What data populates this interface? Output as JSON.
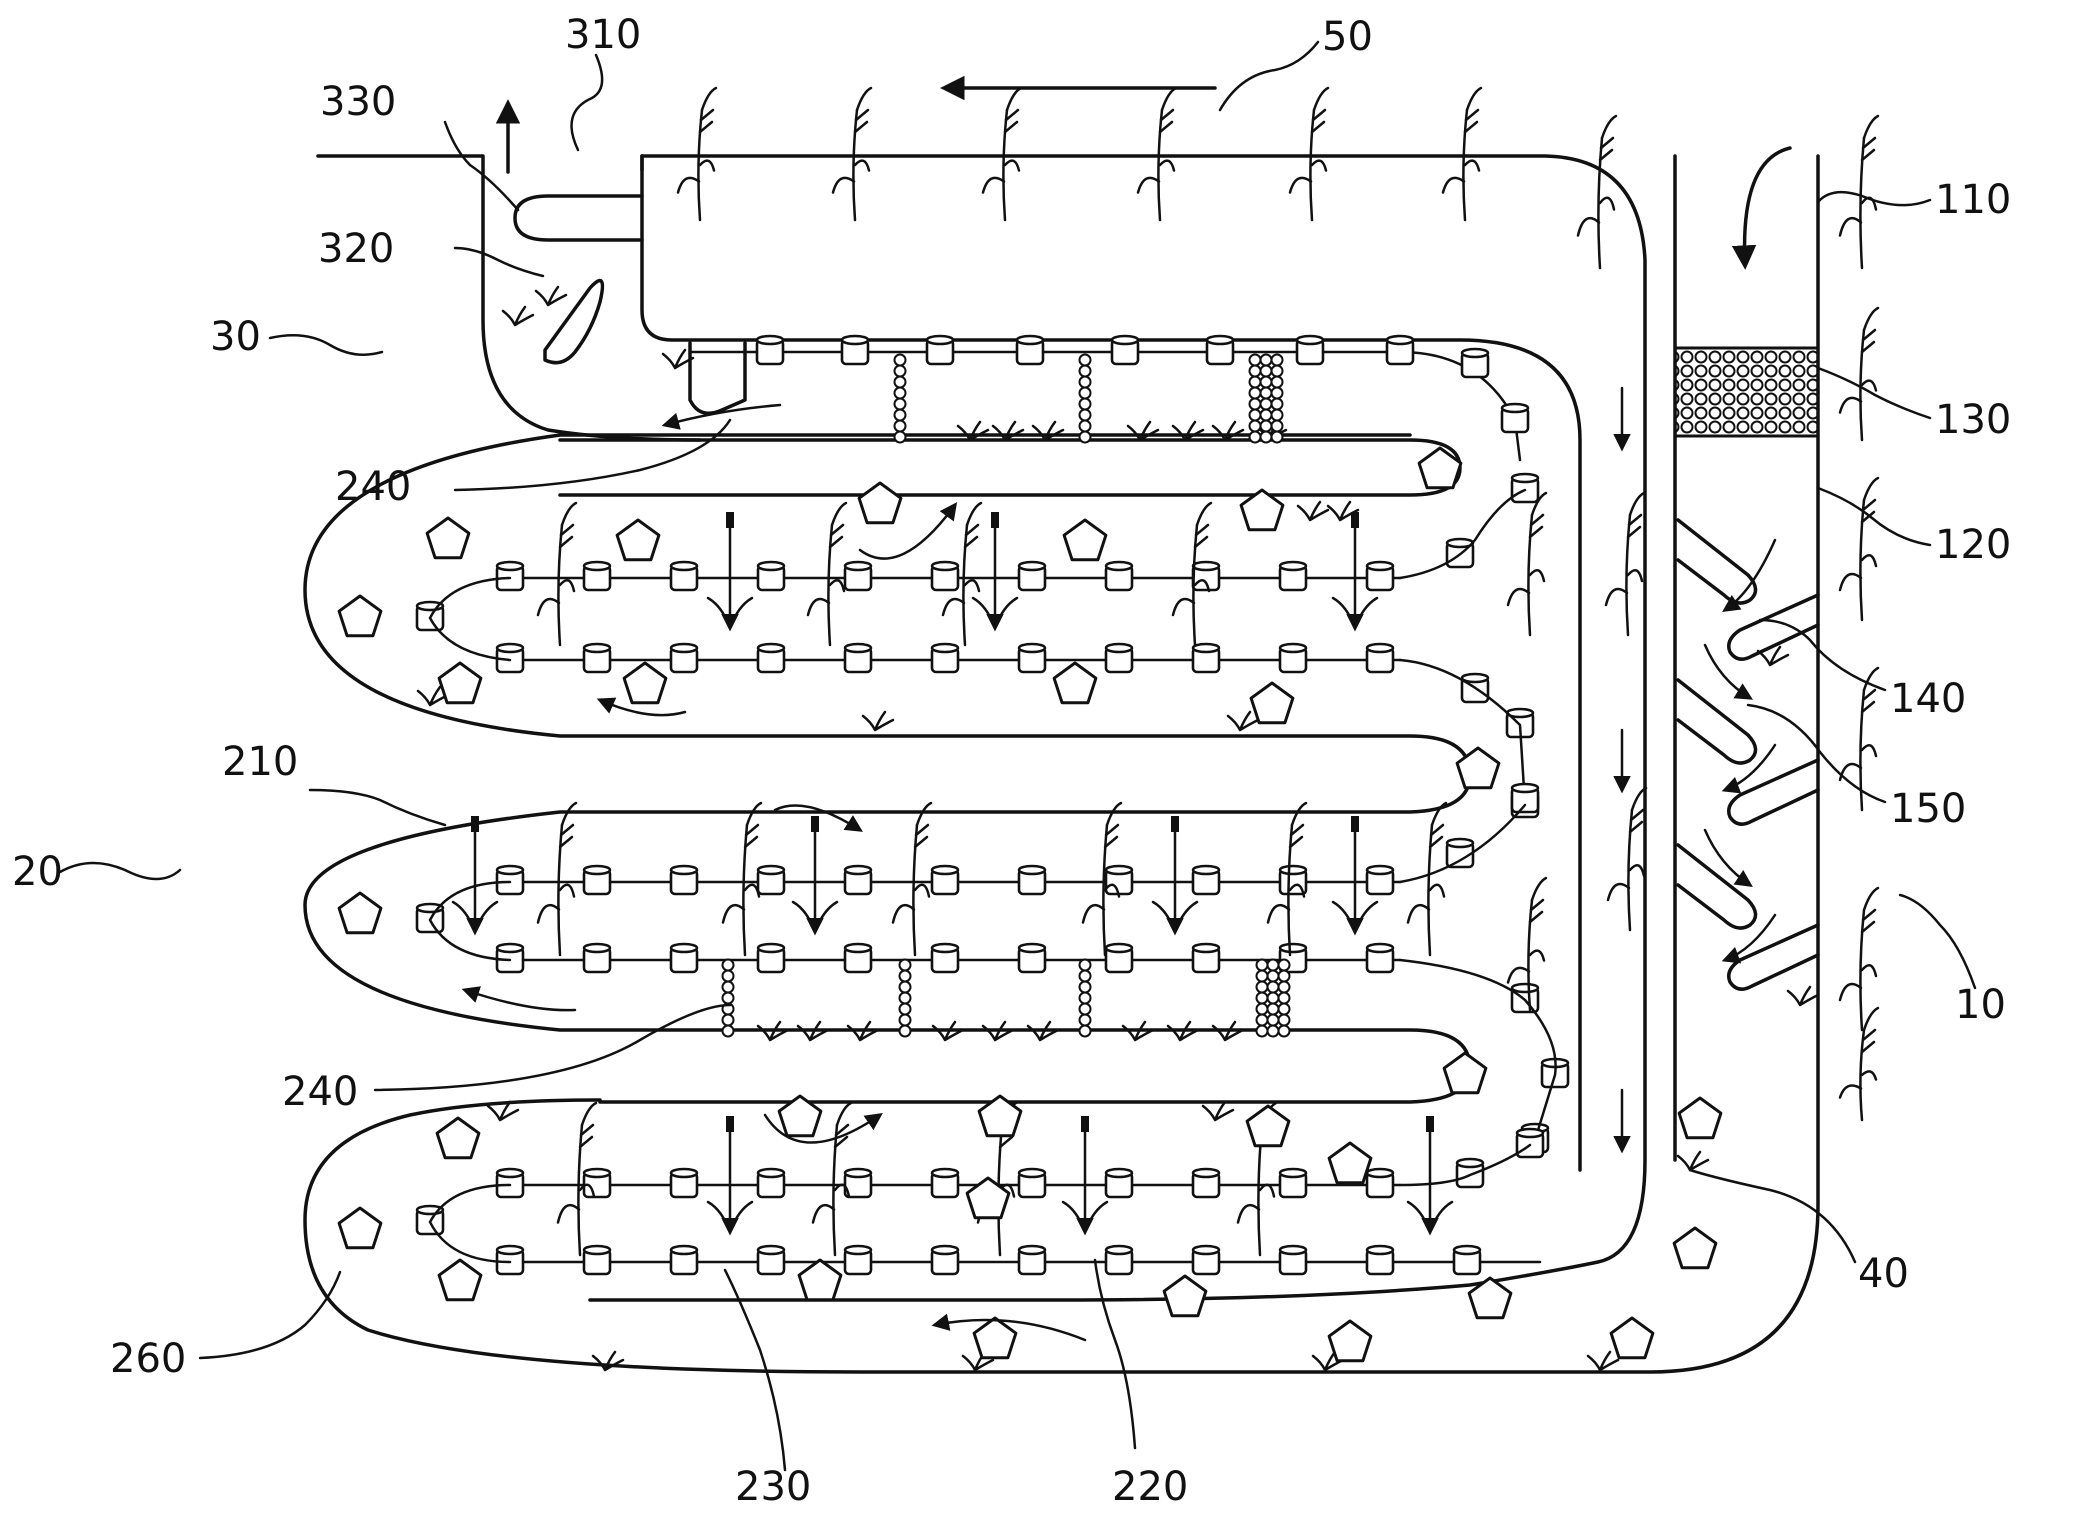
{
  "labels": {
    "l10": "10",
    "l20": "20",
    "l30": "30",
    "l40": "40",
    "l50": "50",
    "l110": "110",
    "l120": "120",
    "l130": "130",
    "l140": "140",
    "l150": "150",
    "l210": "210",
    "l220": "220",
    "l230": "230",
    "l240a": "240",
    "l240b": "240",
    "l260": "260",
    "l310": "310",
    "l320": "320",
    "l330": "330"
  },
  "colors": {
    "ink": "#111111",
    "background": "#ffffff"
  }
}
